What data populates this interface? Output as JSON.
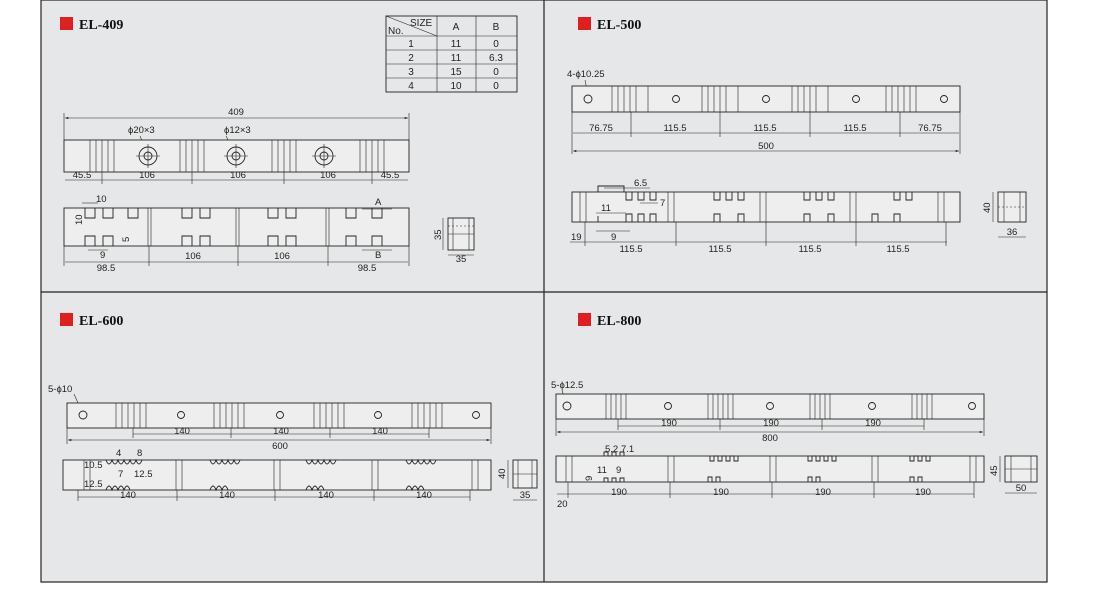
{
  "colors": {
    "accent_marker": "#e02020",
    "panel_bg": "#e6e7e8",
    "line": "#222222"
  },
  "panels": {
    "el409": {
      "title": "EL-409",
      "overall": "409",
      "holes_large": "ϕ20×3",
      "holes_small": "ϕ12×3",
      "spacing": [
        "45.5",
        "106",
        "106",
        "106",
        "45.5"
      ],
      "dim_10a": "10",
      "dim_10b": "10",
      "dim_5": "5",
      "dim_9": "9",
      "dim_a": "A",
      "dim_b": "B",
      "bottom": [
        "98.5",
        "106",
        "106",
        "98.5"
      ],
      "side_h": "35",
      "side_w": "35",
      "table": {
        "corner_size": "SIZE",
        "corner_no": "No.",
        "col_a": "A",
        "col_b": "B",
        "rows": [
          {
            "no": "1",
            "a": "11",
            "b": "0"
          },
          {
            "no": "2",
            "a": "11",
            "b": "6.3"
          },
          {
            "no": "3",
            "a": "15",
            "b": "0"
          },
          {
            "no": "4",
            "a": "10",
            "b": "0"
          }
        ]
      }
    },
    "el500": {
      "title": "EL-500",
      "holes": "4-ϕ10.25",
      "spacing": [
        "76.75",
        "115.5",
        "115.5",
        "115.5",
        "76.75"
      ],
      "overall": "500",
      "dim_65": "6.5",
      "dim_7": "7",
      "dim_11": "11",
      "dim_9": "9",
      "dim_19": "19",
      "bottom": [
        "115.5",
        "115.5",
        "115.5",
        "115.5"
      ],
      "side_h": "40",
      "side_w": "36"
    },
    "el600": {
      "title": "EL-600",
      "holes": "5-ϕ10",
      "spacing": [
        "140",
        "140",
        "140"
      ],
      "overall": "600",
      "dim_4": "4",
      "dim_8": "8",
      "dim_105": "10.5",
      "dim_7": "7",
      "dim_125a": "12.5",
      "dim_125b": "12.5",
      "bottom": [
        "140",
        "140",
        "140",
        "140"
      ],
      "side_h": "40",
      "side_w": "35"
    },
    "el800": {
      "title": "EL-800",
      "holes": "5-ϕ12.5",
      "spacing": [
        "190",
        "190",
        "190"
      ],
      "overall": "800",
      "dim_52": "5.2",
      "dim_71": "7.1",
      "dim_11": "11",
      "dim_9a": "9",
      "dim_9b": "9",
      "dim_20": "20",
      "bottom": [
        "190",
        "190",
        "190",
        "190"
      ],
      "side_h": "45",
      "side_w": "50"
    }
  }
}
